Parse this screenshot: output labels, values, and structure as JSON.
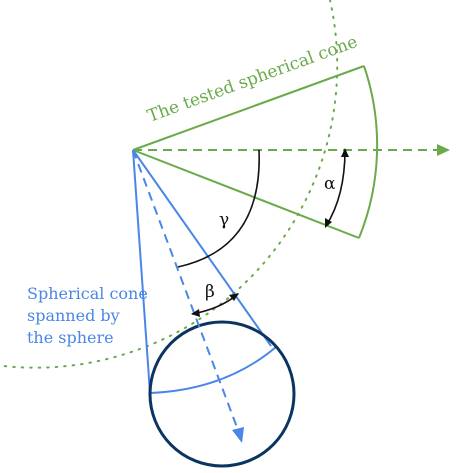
{
  "labels": {
    "tested_cone": "The tested spherical cone",
    "spanned_cone_lines": [
      "Spherical cone",
      "spanned by",
      "the sphere"
    ],
    "alpha": "α",
    "beta": "β",
    "gamma": "γ"
  },
  "colors": {
    "green": "#6aaa4a",
    "green_dotted": "#6aaa4a",
    "blue": "#4a86e8",
    "navy": "#0c3460",
    "black": "#111111"
  }
}
